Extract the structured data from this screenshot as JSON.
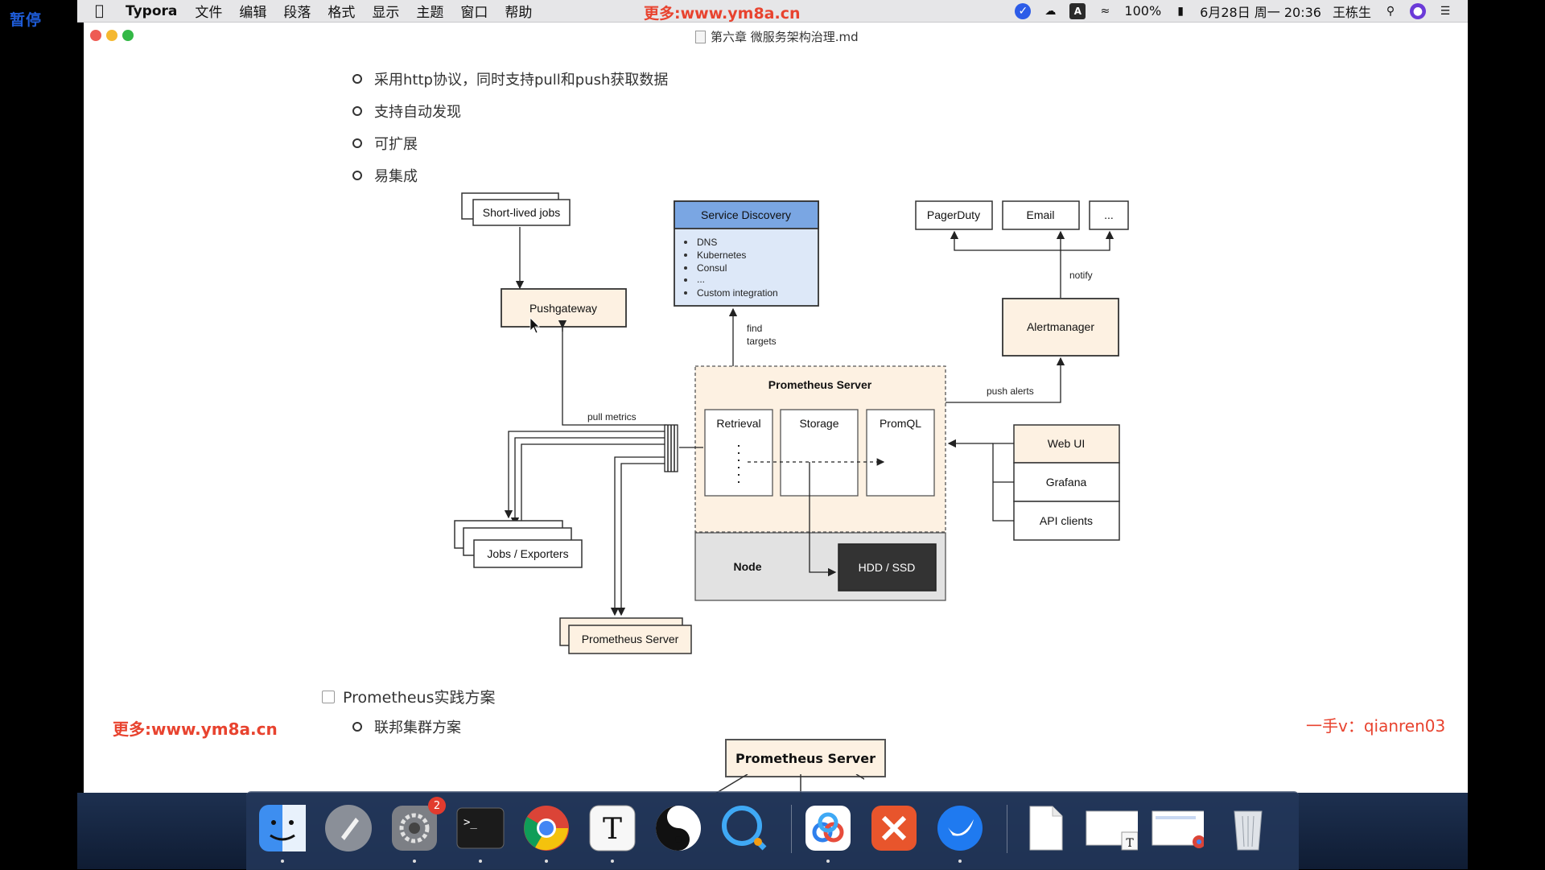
{
  "overlay": {
    "pause_label": "暂停"
  },
  "menubar": {
    "app_name": "Typora",
    "menus": [
      "文件",
      "编辑",
      "段落",
      "格式",
      "显示",
      "主题",
      "窗口",
      "帮助"
    ],
    "watermark": "更多:www.ym8a.cn",
    "battery": "100%",
    "datetime": "6月28日 周一 20:36",
    "user": "王栋生",
    "icons": [
      "apple-icon",
      "typora-status-icon",
      "cloud-sync-icon",
      "input-method-icon",
      "wifi-icon",
      "battery-icon",
      "search-icon",
      "siri-icon",
      "control-center-icon"
    ]
  },
  "window": {
    "title": "第六章 微服务架构治理.md",
    "bullets": [
      "采用http协议，同时支持pull和push获取数据",
      "支持自动发现",
      "可扩展",
      "易集成"
    ],
    "task_item": "Prometheus实践方案",
    "sub_bullet": "联邦集群方案",
    "watermark_left": "更多:www.ym8a.cn",
    "watermark_right": "一手v：qianren03",
    "bottom_box": "Prometheus Server"
  },
  "diagram": {
    "short_lived_jobs": "Short-lived jobs",
    "pushgateway": "Pushgateway",
    "service_discovery": {
      "title": "Service Discovery",
      "items": [
        "DNS",
        "Kubernetes",
        "Consul",
        "...",
        "Custom integration"
      ]
    },
    "find_targets": [
      "find",
      "targets"
    ],
    "prometheus_server": "Prometheus Server",
    "retrieval": "Retrieval",
    "storage": "Storage",
    "promql": "PromQL",
    "node": "Node",
    "hdd_ssd": "HDD / SSD",
    "pull_metrics": "pull metrics",
    "jobs_exporters": "Jobs / Exporters",
    "prometheus_server_lower": "Prometheus Server",
    "alertmanager": "Alertmanager",
    "push_alerts": "push alerts",
    "notify": "notify",
    "pagerduty": "PagerDuty",
    "email": "Email",
    "more": "...",
    "web_ui": "Web UI",
    "grafana": "Grafana",
    "api_clients": "API clients"
  },
  "dock": {
    "items": [
      "finder-icon",
      "launchpad-icon",
      "system-preferences-icon",
      "terminal-icon",
      "chrome-icon",
      "typora-icon",
      "yinyang-app-icon",
      "quicktime-chat-icon",
      "baidu-netdisk-icon",
      "xmind-icon",
      "dingtalk-icon",
      "document-icon",
      "screenshot-doc-icon",
      "screenshot-web-icon",
      "trash-icon"
    ],
    "system_prefs_badge": "2"
  }
}
